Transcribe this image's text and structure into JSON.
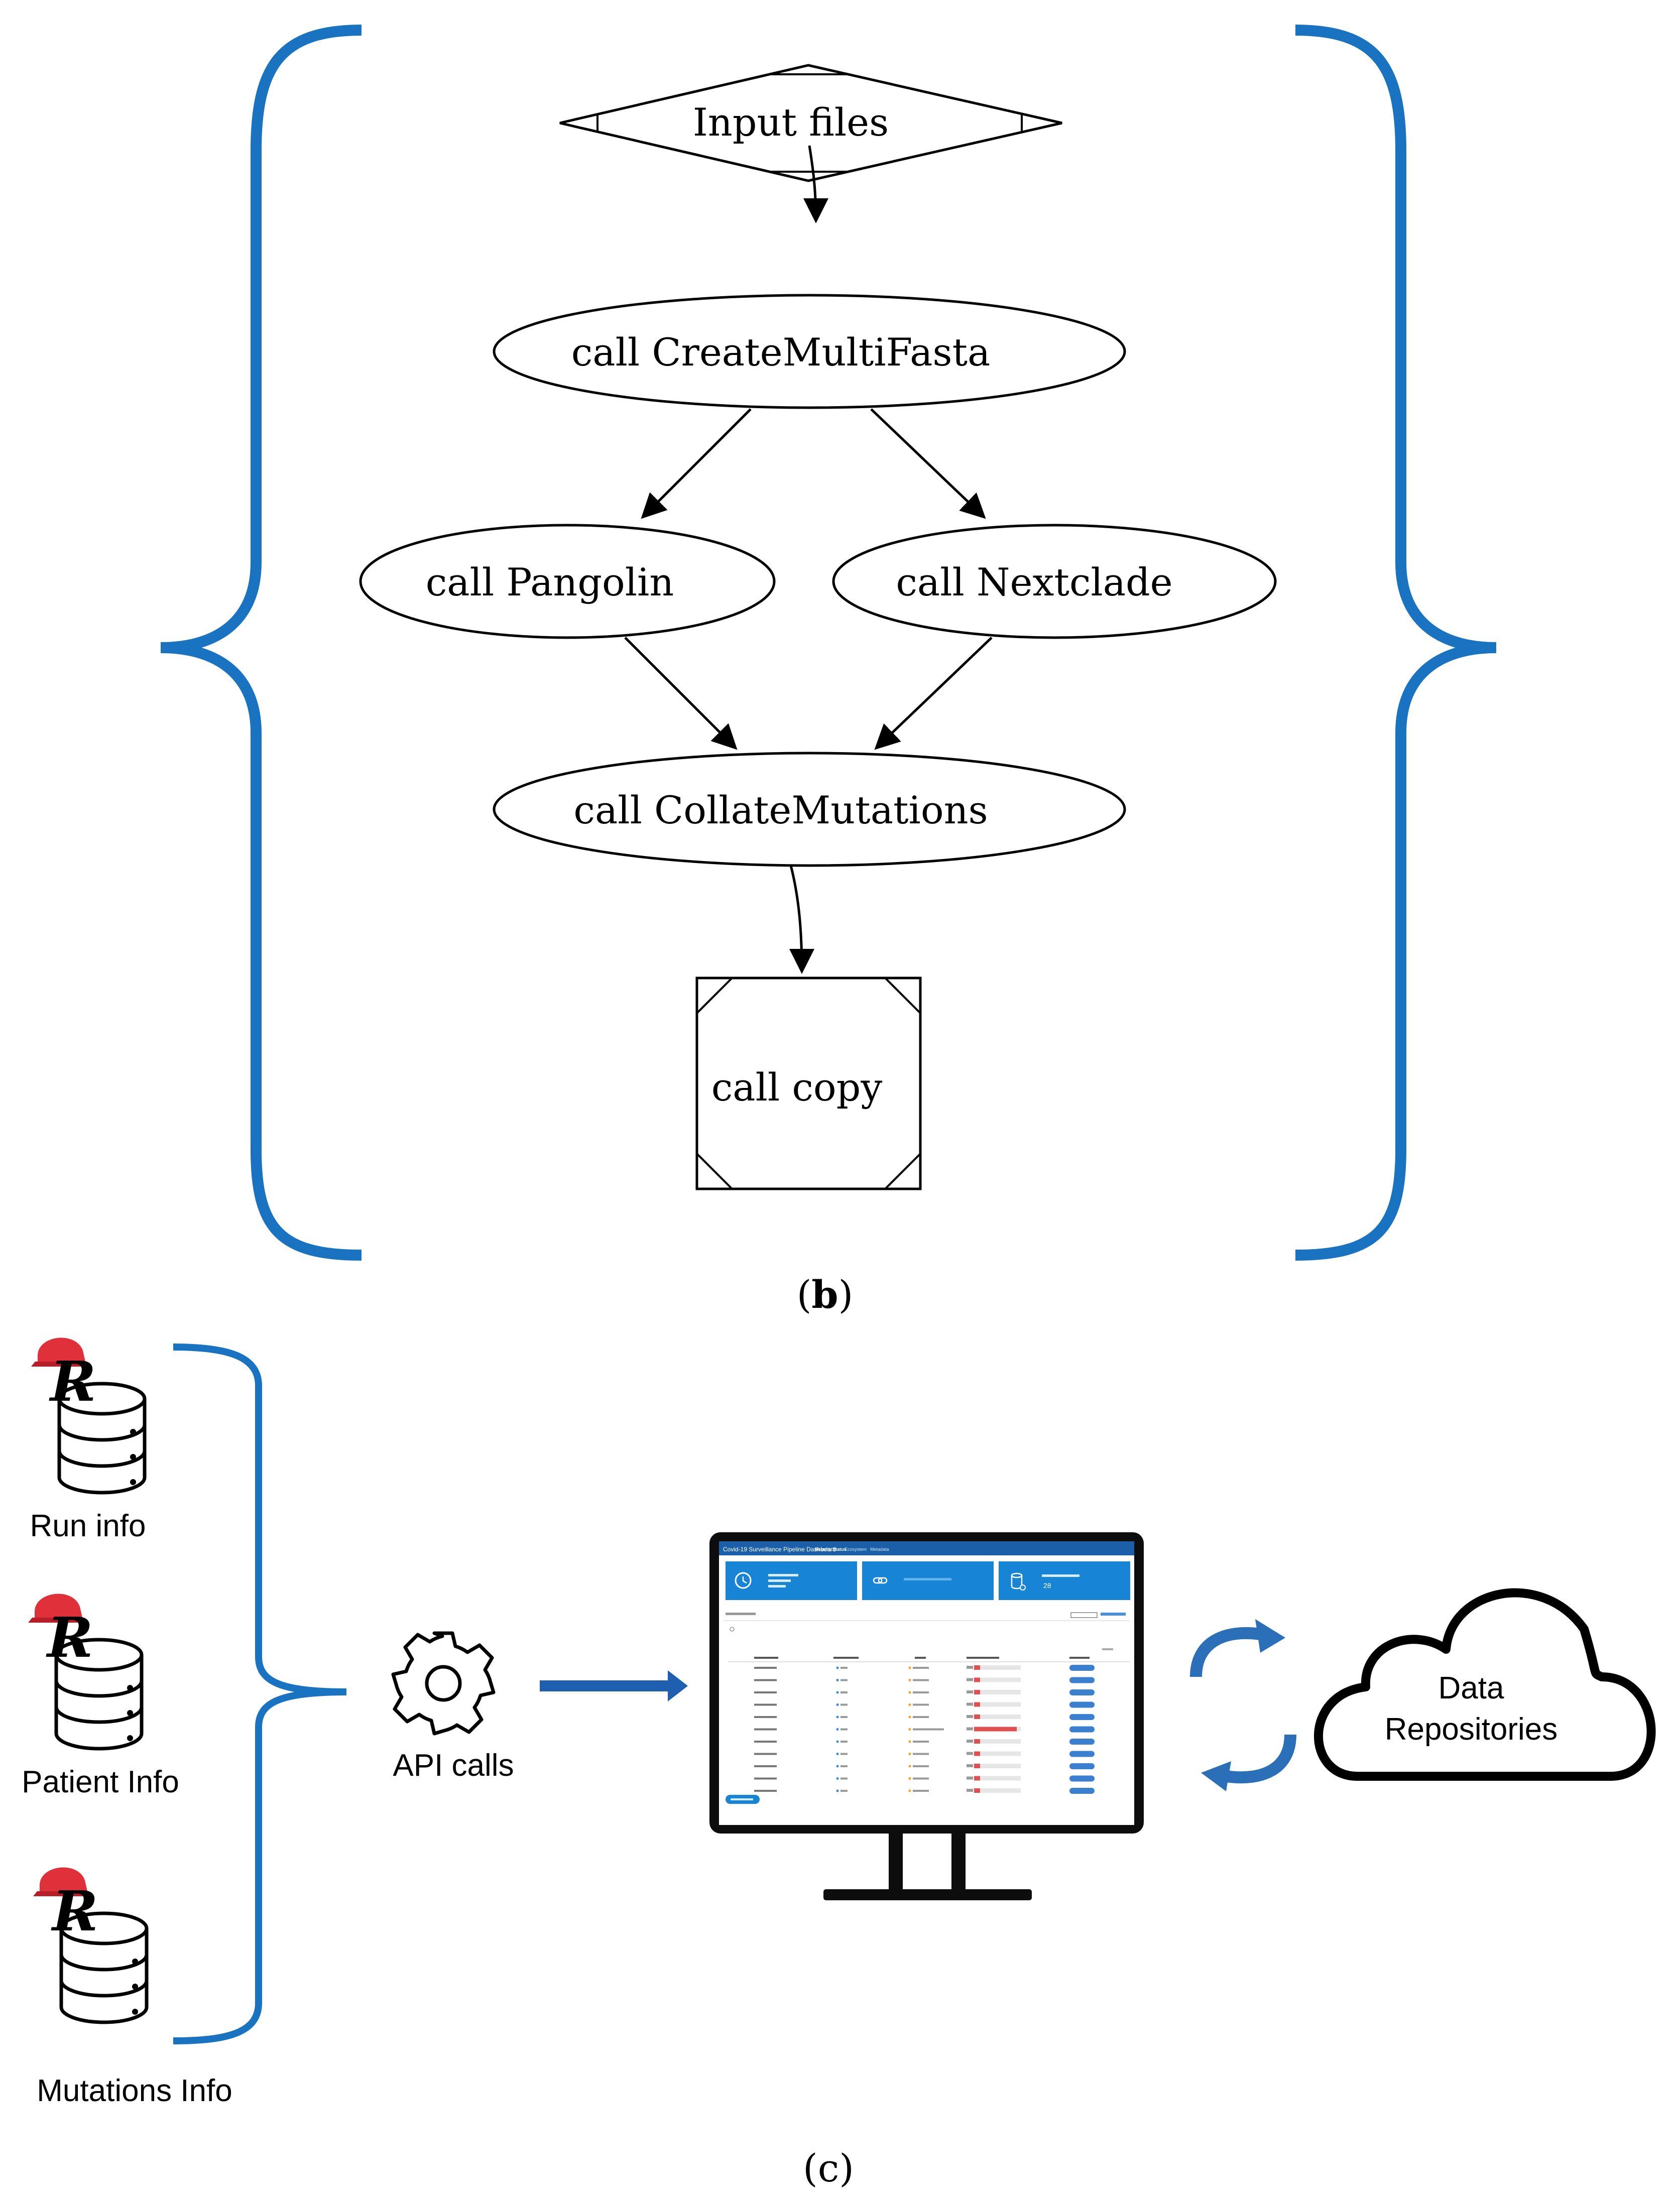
{
  "panel_b": {
    "caption_letter": "b",
    "nodes": {
      "input": "Input files",
      "create": "call CreateMultiFasta",
      "pangolin": "call Pangolin",
      "nextclade": "call Nextclade",
      "collate": "call CollateMutations",
      "copy": "call copy"
    }
  },
  "panel_c": {
    "caption_letter": "c",
    "sources": [
      {
        "label": "Run info"
      },
      {
        "label": "Patient Info"
      },
      {
        "label": "Mutations Info"
      }
    ],
    "api_label": "API calls",
    "cloud_label_line1": "Data",
    "cloud_label_line2": "Repositories",
    "dashboard": {
      "title": "Covid-19 Surveillance Pipeline Dashboard",
      "tabs": [
        "Results Status",
        "Ecosystem",
        "Metadata"
      ]
    }
  },
  "colors": {
    "brace_blue": "#1a73c0",
    "arrow_blue": "#1f5fb0",
    "dashboard_blue": "#1784d6",
    "db_cap_red": "#e0303a",
    "progress_red": "#e05050"
  }
}
